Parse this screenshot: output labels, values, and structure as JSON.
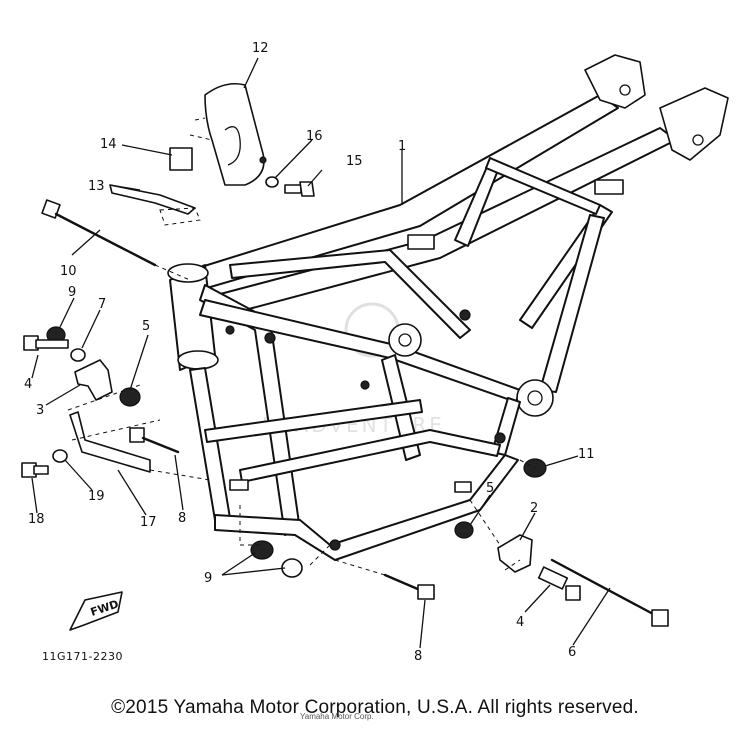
{
  "diagram": {
    "callouts": {
      "c1": "1",
      "c2": "2",
      "c3": "3",
      "c4a": "4",
      "c4b": "4",
      "c5a": "5",
      "c5b": "5",
      "c6": "6",
      "c7": "7",
      "c8a": "8",
      "c8b": "8",
      "c9a": "9",
      "c9b": "9",
      "c10": "10",
      "c11": "11",
      "c12": "12",
      "c13": "13",
      "c14": "14",
      "c15": "15",
      "c16": "16",
      "c17": "17",
      "c18": "18",
      "c19": "19"
    },
    "fwd_label": "FWD",
    "drawing_code": "11G171-2230",
    "watermark": "READVENTURE"
  },
  "footer": {
    "copyright": "©2015 Yamaha Motor Corporation, U.S.A. All rights reserved.",
    "small_print": "Yamaha Motor Corp."
  }
}
